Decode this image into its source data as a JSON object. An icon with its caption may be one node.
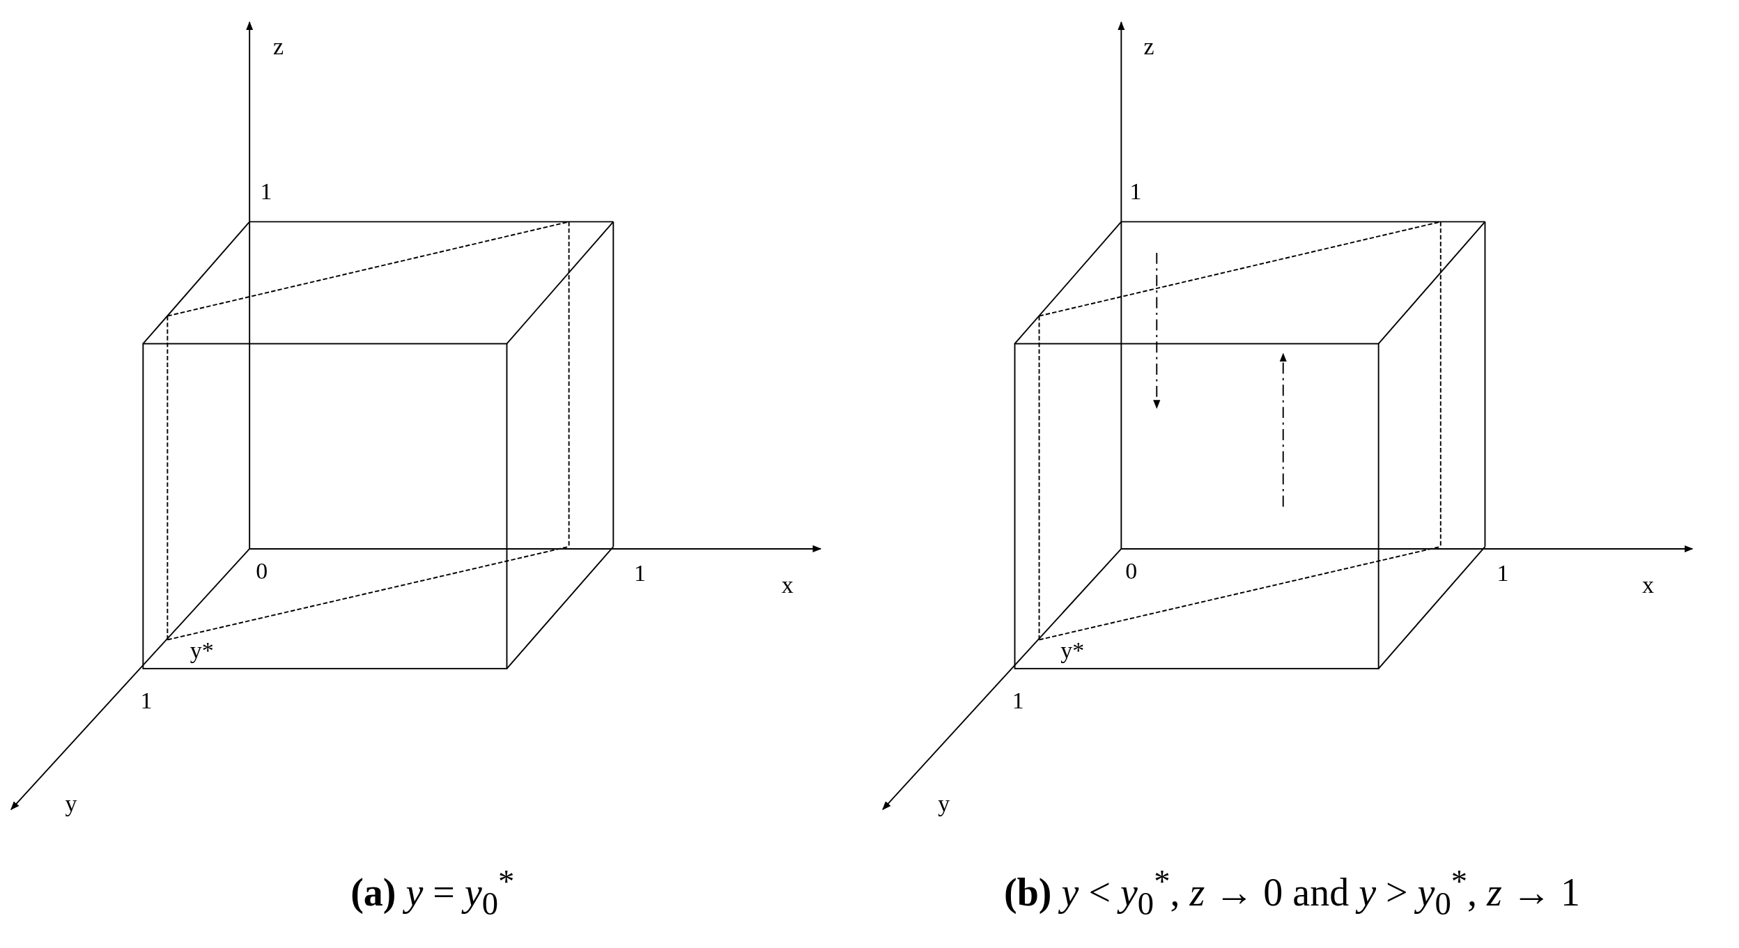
{
  "diagram": {
    "labels": [
      "z",
      "1",
      "0",
      "1",
      "x",
      "y*",
      "1",
      "y",
      "z",
      "1",
      "0",
      "1",
      "x",
      "y*",
      "1",
      "y",
      "**(a)**   *y* = *y*$_{0}$$^{*}$",
      "**(b)**   *y* < *y*$_{0}$$^{*}$, *z* → 0   and   *y* > *y*$_{0}$$^{*}$, *z* → 1"
    ]
  }
}
